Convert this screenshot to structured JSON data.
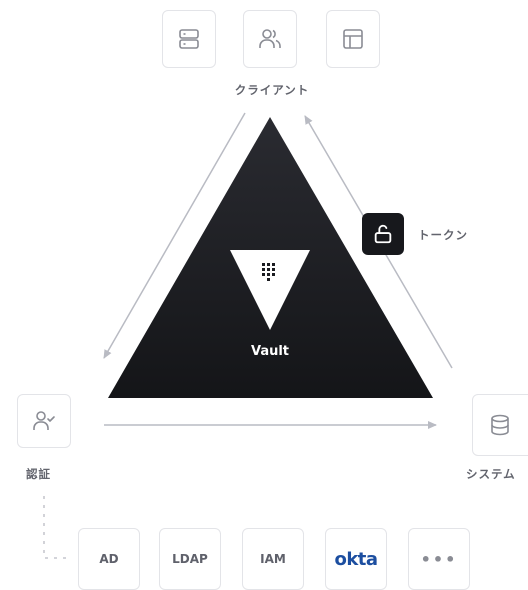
{
  "clients": {
    "label": "クライアント",
    "icons": [
      "server-icon",
      "users-icon",
      "layout-icon"
    ]
  },
  "center": {
    "label": "Vault",
    "logo": "vault-logo-icon"
  },
  "token": {
    "label": "トークン",
    "icon": "unlock-icon"
  },
  "auth": {
    "label": "認証",
    "icon": "user-check-icon"
  },
  "systems": {
    "label": "システム",
    "icon": "database-icon"
  },
  "providers": [
    "AD",
    "LDAP",
    "IAM",
    "okta",
    "•••"
  ],
  "colors": {
    "triangle": "#1b1c21",
    "accent_okta": "#1c4ea0",
    "arrow": "#b9bbc3",
    "border": "#e3e4e8"
  }
}
